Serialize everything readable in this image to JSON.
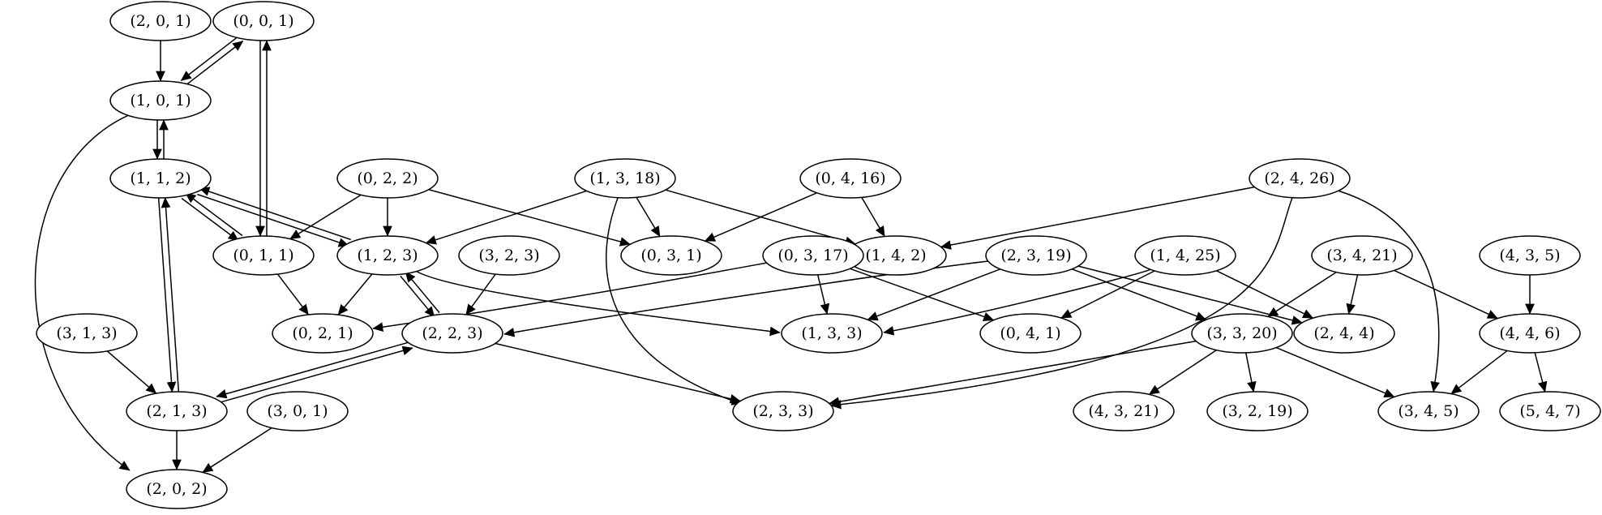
{
  "graph": {
    "nodes": [
      {
        "id": "n201",
        "label": "(2, 0, 1)"
      },
      {
        "id": "n001",
        "label": "(0, 0, 1)"
      },
      {
        "id": "n101",
        "label": "(1, 0, 1)"
      },
      {
        "id": "n112",
        "label": "(1, 1, 2)"
      },
      {
        "id": "n011",
        "label": "(0, 1, 1)"
      },
      {
        "id": "n022",
        "label": "(0, 2, 2)"
      },
      {
        "id": "n123",
        "label": "(1, 2, 3)"
      },
      {
        "id": "n1318",
        "label": "(1, 3, 18)"
      },
      {
        "id": "n031",
        "label": "(0, 3, 1)"
      },
      {
        "id": "n0416",
        "label": "(0, 4, 16)"
      },
      {
        "id": "n142",
        "label": "(1, 4, 2)"
      },
      {
        "id": "n2426",
        "label": "(2, 4, 26)"
      },
      {
        "id": "n323",
        "label": "(3, 2, 3)"
      },
      {
        "id": "n0317",
        "label": "(0, 3, 17)"
      },
      {
        "id": "n2319",
        "label": "(2, 3, 19)"
      },
      {
        "id": "n1425",
        "label": "(1, 4, 25)"
      },
      {
        "id": "n3421",
        "label": "(3, 4, 21)"
      },
      {
        "id": "n435",
        "label": "(4, 3, 5)"
      },
      {
        "id": "n313",
        "label": "(3, 1, 3)"
      },
      {
        "id": "n021",
        "label": "(0, 2, 1)"
      },
      {
        "id": "n223",
        "label": "(2, 2, 3)"
      },
      {
        "id": "n133",
        "label": "(1, 3, 3)"
      },
      {
        "id": "n041",
        "label": "(0, 4, 1)"
      },
      {
        "id": "n3320",
        "label": "(3, 3, 20)"
      },
      {
        "id": "n244",
        "label": "(2, 4, 4)"
      },
      {
        "id": "n446",
        "label": "(4, 4, 6)"
      },
      {
        "id": "n213",
        "label": "(2, 1, 3)"
      },
      {
        "id": "n301",
        "label": "(3, 0, 1)"
      },
      {
        "id": "n233",
        "label": "(2, 3, 3)"
      },
      {
        "id": "n4321",
        "label": "(4, 3, 21)"
      },
      {
        "id": "n3219",
        "label": "(3, 2, 19)"
      },
      {
        "id": "n345",
        "label": "(3, 4, 5)"
      },
      {
        "id": "n547",
        "label": "(5, 4, 7)"
      },
      {
        "id": "n202",
        "label": "(2, 0, 2)"
      }
    ],
    "edges": [
      {
        "from": "n201",
        "to": "n101"
      },
      {
        "from": "n001",
        "to": "n101"
      },
      {
        "from": "n101",
        "to": "n001"
      },
      {
        "from": "n001",
        "to": "n011"
      },
      {
        "from": "n011",
        "to": "n001"
      },
      {
        "from": "n101",
        "to": "n112"
      },
      {
        "from": "n112",
        "to": "n101"
      },
      {
        "from": "n101",
        "to": "n202"
      },
      {
        "from": "n112",
        "to": "n011"
      },
      {
        "from": "n011",
        "to": "n112"
      },
      {
        "from": "n112",
        "to": "n123"
      },
      {
        "from": "n123",
        "to": "n112"
      },
      {
        "from": "n112",
        "to": "n213"
      },
      {
        "from": "n213",
        "to": "n112"
      },
      {
        "from": "n011",
        "to": "n021"
      },
      {
        "from": "n022",
        "to": "n011"
      },
      {
        "from": "n022",
        "to": "n123"
      },
      {
        "from": "n022",
        "to": "n031"
      },
      {
        "from": "n1318",
        "to": "n123"
      },
      {
        "from": "n1318",
        "to": "n031"
      },
      {
        "from": "n1318",
        "to": "n142"
      },
      {
        "from": "n1318",
        "to": "n233"
      },
      {
        "from": "n0416",
        "to": "n031"
      },
      {
        "from": "n0416",
        "to": "n142"
      },
      {
        "from": "n2426",
        "to": "n142"
      },
      {
        "from": "n2426",
        "to": "n233"
      },
      {
        "from": "n2426",
        "to": "n345"
      },
      {
        "from": "n123",
        "to": "n021"
      },
      {
        "from": "n123",
        "to": "n223"
      },
      {
        "from": "n223",
        "to": "n123"
      },
      {
        "from": "n123",
        "to": "n133"
      },
      {
        "from": "n323",
        "to": "n223"
      },
      {
        "from": "n0317",
        "to": "n021"
      },
      {
        "from": "n0317",
        "to": "n133"
      },
      {
        "from": "n0317",
        "to": "n041"
      },
      {
        "from": "n2319",
        "to": "n223"
      },
      {
        "from": "n2319",
        "to": "n133"
      },
      {
        "from": "n2319",
        "to": "n3320"
      },
      {
        "from": "n2319",
        "to": "n244"
      },
      {
        "from": "n1425",
        "to": "n133"
      },
      {
        "from": "n1425",
        "to": "n041"
      },
      {
        "from": "n1425",
        "to": "n244"
      },
      {
        "from": "n3421",
        "to": "n3320"
      },
      {
        "from": "n3421",
        "to": "n244"
      },
      {
        "from": "n3421",
        "to": "n446"
      },
      {
        "from": "n435",
        "to": "n446"
      },
      {
        "from": "n313",
        "to": "n213"
      },
      {
        "from": "n223",
        "to": "n213"
      },
      {
        "from": "n213",
        "to": "n223"
      },
      {
        "from": "n223",
        "to": "n233"
      },
      {
        "from": "n3320",
        "to": "n233"
      },
      {
        "from": "n3320",
        "to": "n4321"
      },
      {
        "from": "n3320",
        "to": "n3219"
      },
      {
        "from": "n3320",
        "to": "n345"
      },
      {
        "from": "n446",
        "to": "n345"
      },
      {
        "from": "n446",
        "to": "n547"
      },
      {
        "from": "n213",
        "to": "n202"
      },
      {
        "from": "n301",
        "to": "n202"
      }
    ]
  }
}
